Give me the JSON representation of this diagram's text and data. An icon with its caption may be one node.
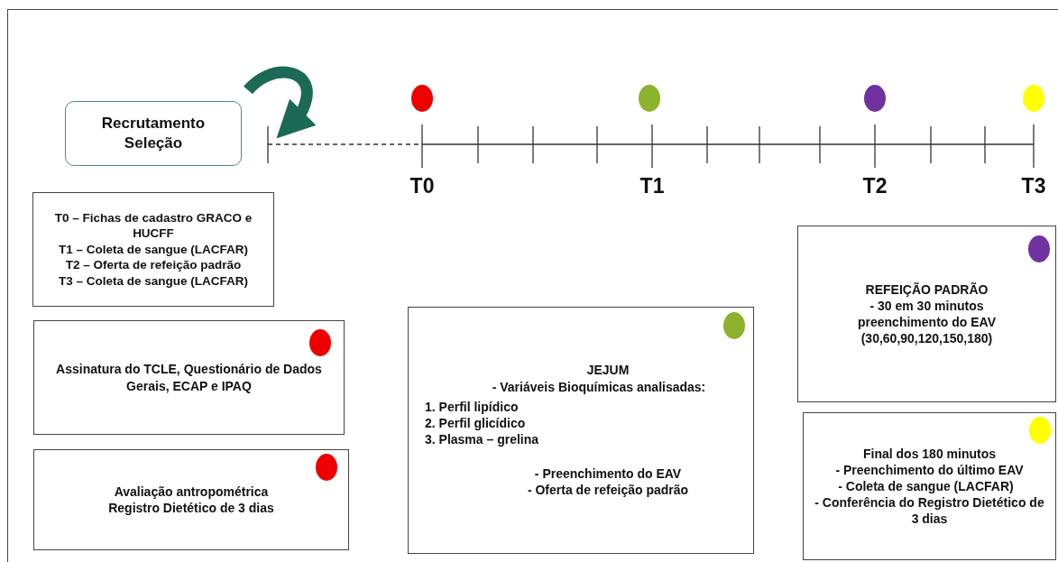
{
  "diagram": {
    "nodes": [
      {
        "text": [
          "Recrutamento",
          "Seleção"
        ]
      },
      {
        "text": [
          "T0 – Fichas de cadastro GRACO e HUCFF",
          "T1 – Coleta de sangue (LACFAR)",
          "T2 – Oferta de refeição padrão",
          "T3 – Coleta de sangue (LACFAR)"
        ]
      },
      {
        "text": [
          "Assinatura do TCLE, Questionário de Dados Gerais, ECAP e IPAQ"
        ]
      },
      {
        "text": [
          "Avaliação antropométrica",
          "Registro Dietético de 3 dias"
        ]
      },
      {
        "text": [
          "JEJUM",
          "- Variáveis Bioquímicas analisadas:",
          "1. Perfil lipídico",
          "2. Perfil glicídico",
          "3. Plasma – grelina",
          "- Preenchimento do EAV",
          "- Oferta de refeição padrão"
        ]
      },
      {
        "text": [
          "REFEIÇÃO PADRÃO",
          "- 30 em 30 minutos",
          "preenchimento do EAV",
          "(30,60,90,120,150,180)"
        ]
      },
      {
        "text": [
          "Final dos 180 minutos",
          "- Preenchimento do último EAV",
          "- Coleta de sangue (LACFAR)",
          "- Conferência do Registro Dietético de 3 dias"
        ]
      }
    ],
    "labels": [
      "T0",
      "T1",
      "T2",
      "T3"
    ]
  }
}
